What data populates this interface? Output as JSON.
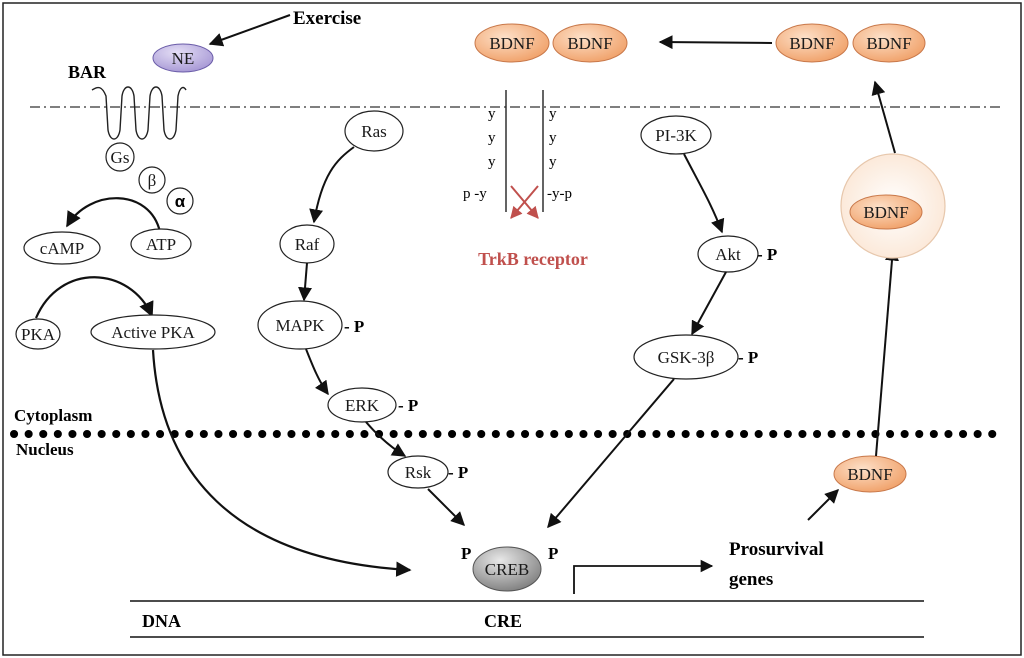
{
  "nodes": {
    "exercise": "Exercise",
    "ne": "NE",
    "bar": "BAR",
    "gs": "Gs",
    "beta": "β",
    "alpha": "α",
    "camp": "cAMP",
    "atp": "ATP",
    "pka": "PKA",
    "active_pka": "Active PKA",
    "ras": "Ras",
    "raf": "Raf",
    "mapk": "MAPK",
    "erk": "ERK",
    "rsk": "Rsk",
    "pi3k": "PI-3K",
    "akt": "Akt",
    "gsk3b": "GSK-3β",
    "creb": "CREB",
    "bdnf": "BDNF",
    "prosurvival_line1": "Prosurvival",
    "prosurvival_line2": "genes",
    "trkb": "TrkB receptor",
    "cytoplasm": "Cytoplasm",
    "nucleus": "Nucleus",
    "dna": "DNA",
    "cre": "CRE"
  },
  "phospho": {
    "p_dash": "- P",
    "p": "P"
  },
  "receptor": {
    "y": "y",
    "left_py": "p -y",
    "right_yp": "-y-p"
  },
  "colors": {
    "bdnf_fill": "#f4a878",
    "bdnf_stroke": "#c8784a",
    "ne_fill": "#b9addb",
    "creb_fill": "#9a9a9a",
    "trkb_text": "#c0504d",
    "cross": "#c0504d"
  }
}
